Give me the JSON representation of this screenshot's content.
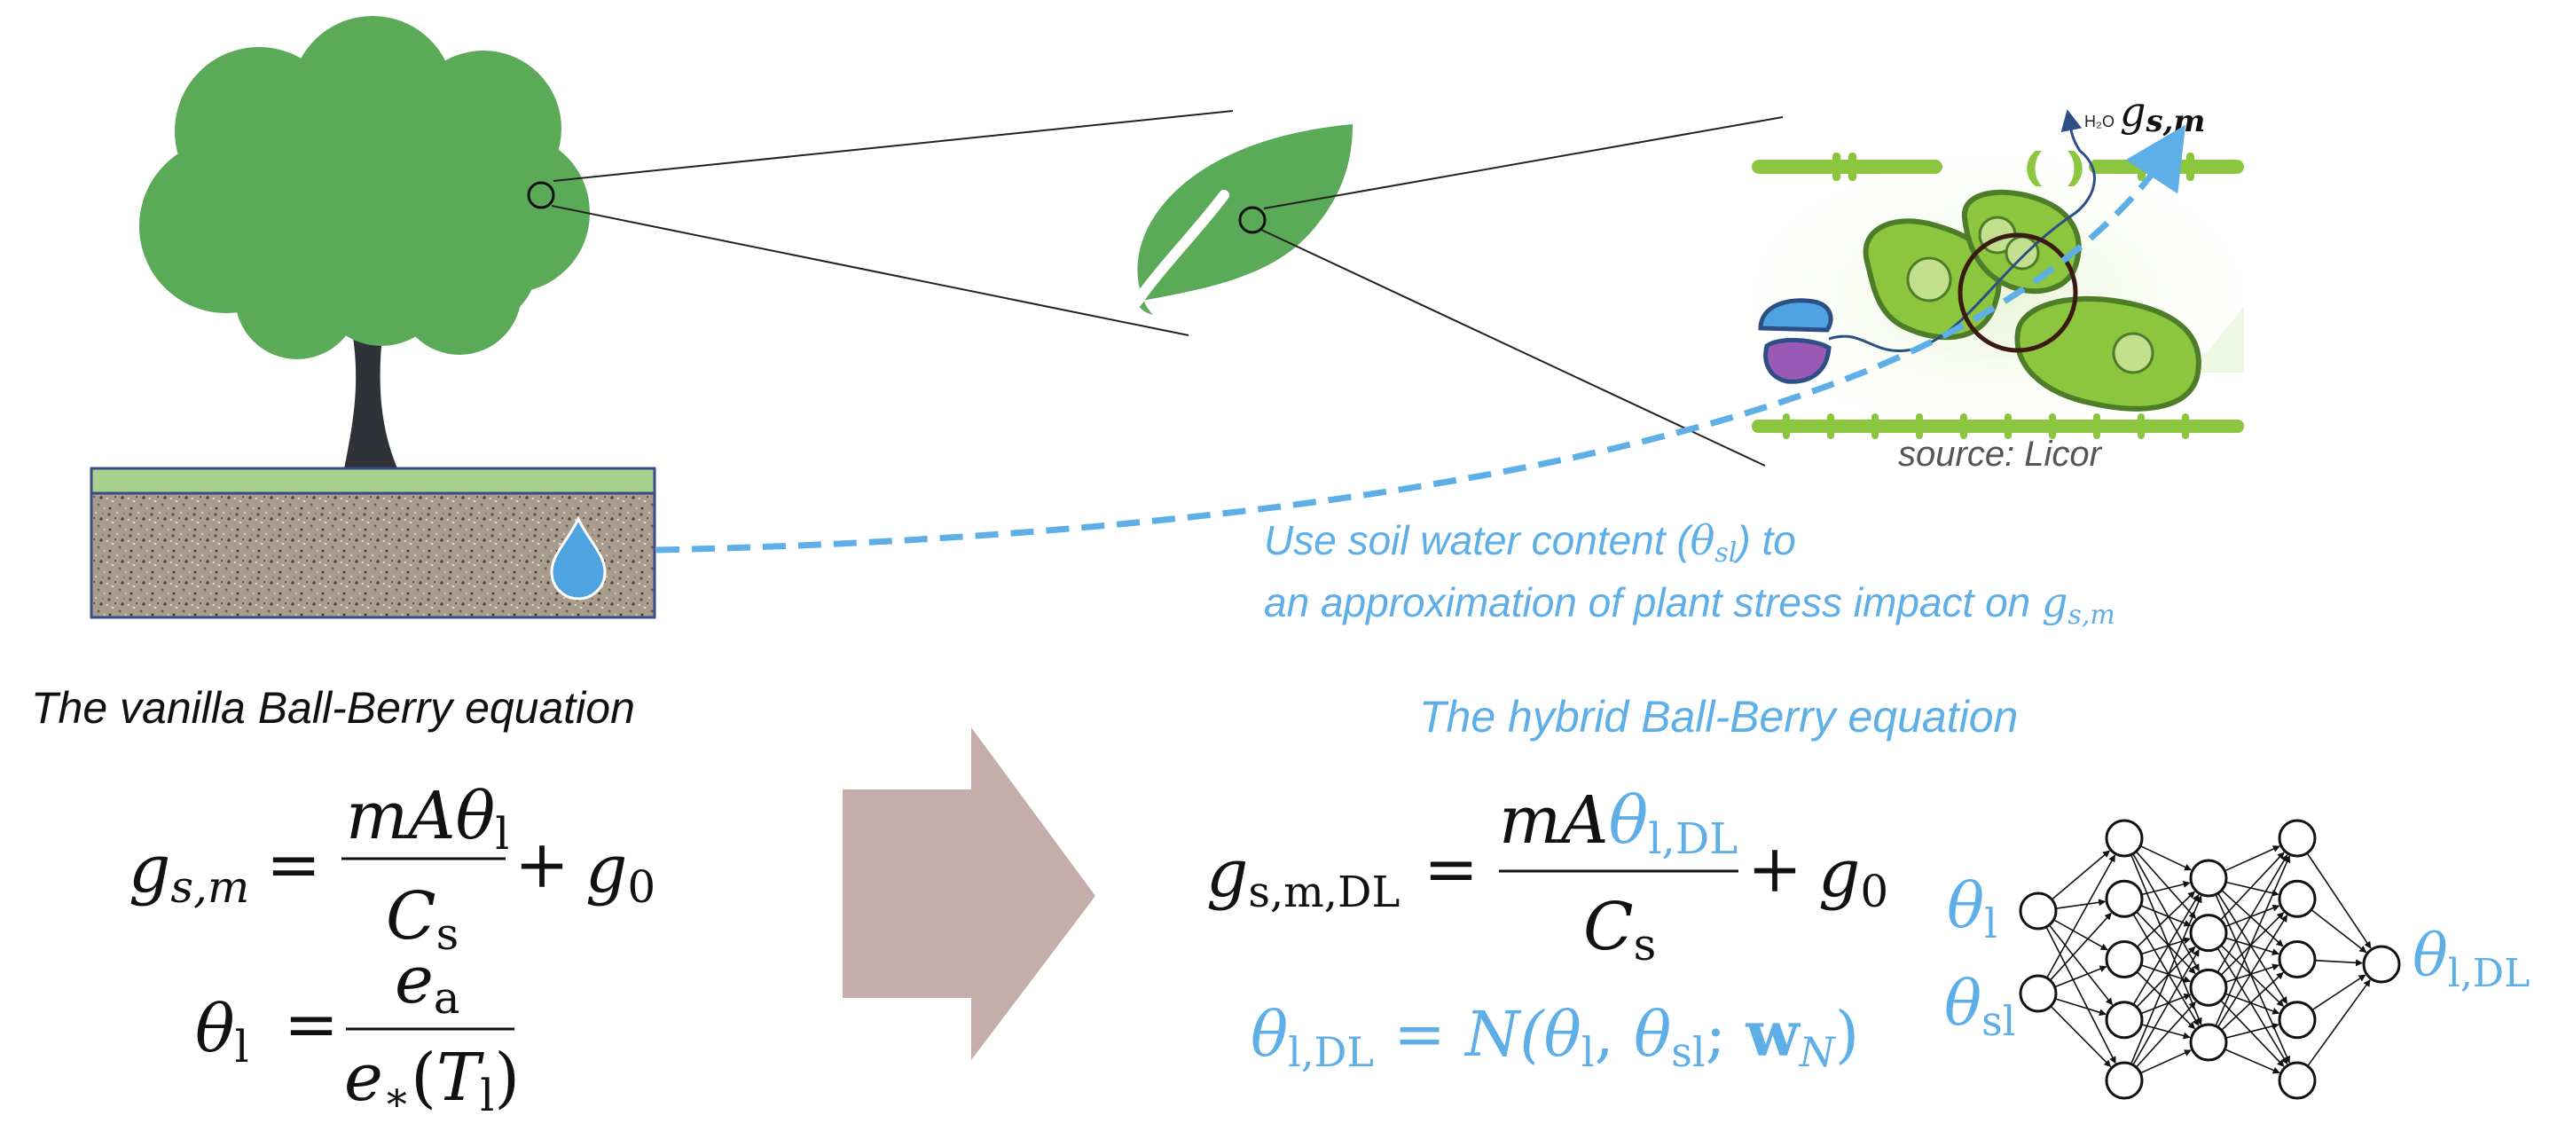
{
  "colors": {
    "tree_canopy": "#5aaa58",
    "trunk": "#2f3237",
    "grass": "#a9d18e",
    "soil": "#a79c8c",
    "soil_border": "#3a4a8a",
    "water": "#4fa3e0",
    "accent_blue": "#5eaee8",
    "arrow": "#c5aeaa",
    "black": "#1a1a1a",
    "cell_green": "#8cc63f",
    "cell_dark": "#4e7d2a",
    "neuron_stroke": "#111111"
  },
  "icons": [
    "tree-icon",
    "soil-block",
    "water-drop-icon",
    "leaf-icon",
    "stomata-cross-section",
    "neural-network-icon",
    "right-arrow-shape"
  ],
  "labels": {
    "source": "source: Licor",
    "annotation_line1_prefix": "Use soil water content (",
    "annotation_line1_symbol": "θ",
    "annotation_line1_sub": "sl",
    "annotation_line1_suffix": ") to",
    "annotation_line2_prefix": "an approximation of plant stress impact on ",
    "annotation_line2_symbol": "g",
    "annotation_line2_sub": "s,m",
    "vanilla_title": "The vanilla Ball-Berry equation",
    "hybrid_title": "The hybrid Ball-Berry equation",
    "h2o": "H₂O",
    "gsm_symbol": "g",
    "gsm_sub": "s,m"
  },
  "equations": {
    "vanilla_1": {
      "lhs": "g",
      "lhs_sub": "s,m",
      "equals": "=",
      "num_prefix": "mA",
      "num_symbol": "θ",
      "num_sub": "l",
      "den": "C",
      "den_sub": "s",
      "plus": "+",
      "tail": "g",
      "tail_sub": "0"
    },
    "vanilla_2": {
      "lhs": "θ",
      "lhs_sub": "l",
      "equals": "=",
      "num": "e",
      "num_sub": "a",
      "den_prefix": "e",
      "den_star": "∗",
      "den_open": "(",
      "den_T": "T",
      "den_sub": "l",
      "den_close": ")"
    },
    "hybrid_1": {
      "lhs": "g",
      "lhs_sub": "s,m,DL",
      "equals": "=",
      "num_prefix": "mA",
      "num_symbol": "θ",
      "num_sub": "l,DL",
      "den": "C",
      "den_sub": "s",
      "plus": "+",
      "tail": "g",
      "tail_sub": "0"
    },
    "hybrid_2": {
      "lhs": "θ",
      "lhs_sub": "l,DL",
      "equals": "=",
      "func": "N(",
      "arg1": "θ",
      "arg1_sub": "l",
      "comma": ", ",
      "arg2": "θ",
      "arg2_sub": "sl",
      "semicolon": "; ",
      "weights": "w",
      "weights_sub": "N",
      "close": ")"
    }
  },
  "network": {
    "input_1": "θ",
    "input_1_sub": "l",
    "input_2": "θ",
    "input_2_sub": "sl",
    "output": "θ",
    "output_sub": "l,DL",
    "layers": [
      2,
      5,
      4,
      5,
      1
    ]
  }
}
